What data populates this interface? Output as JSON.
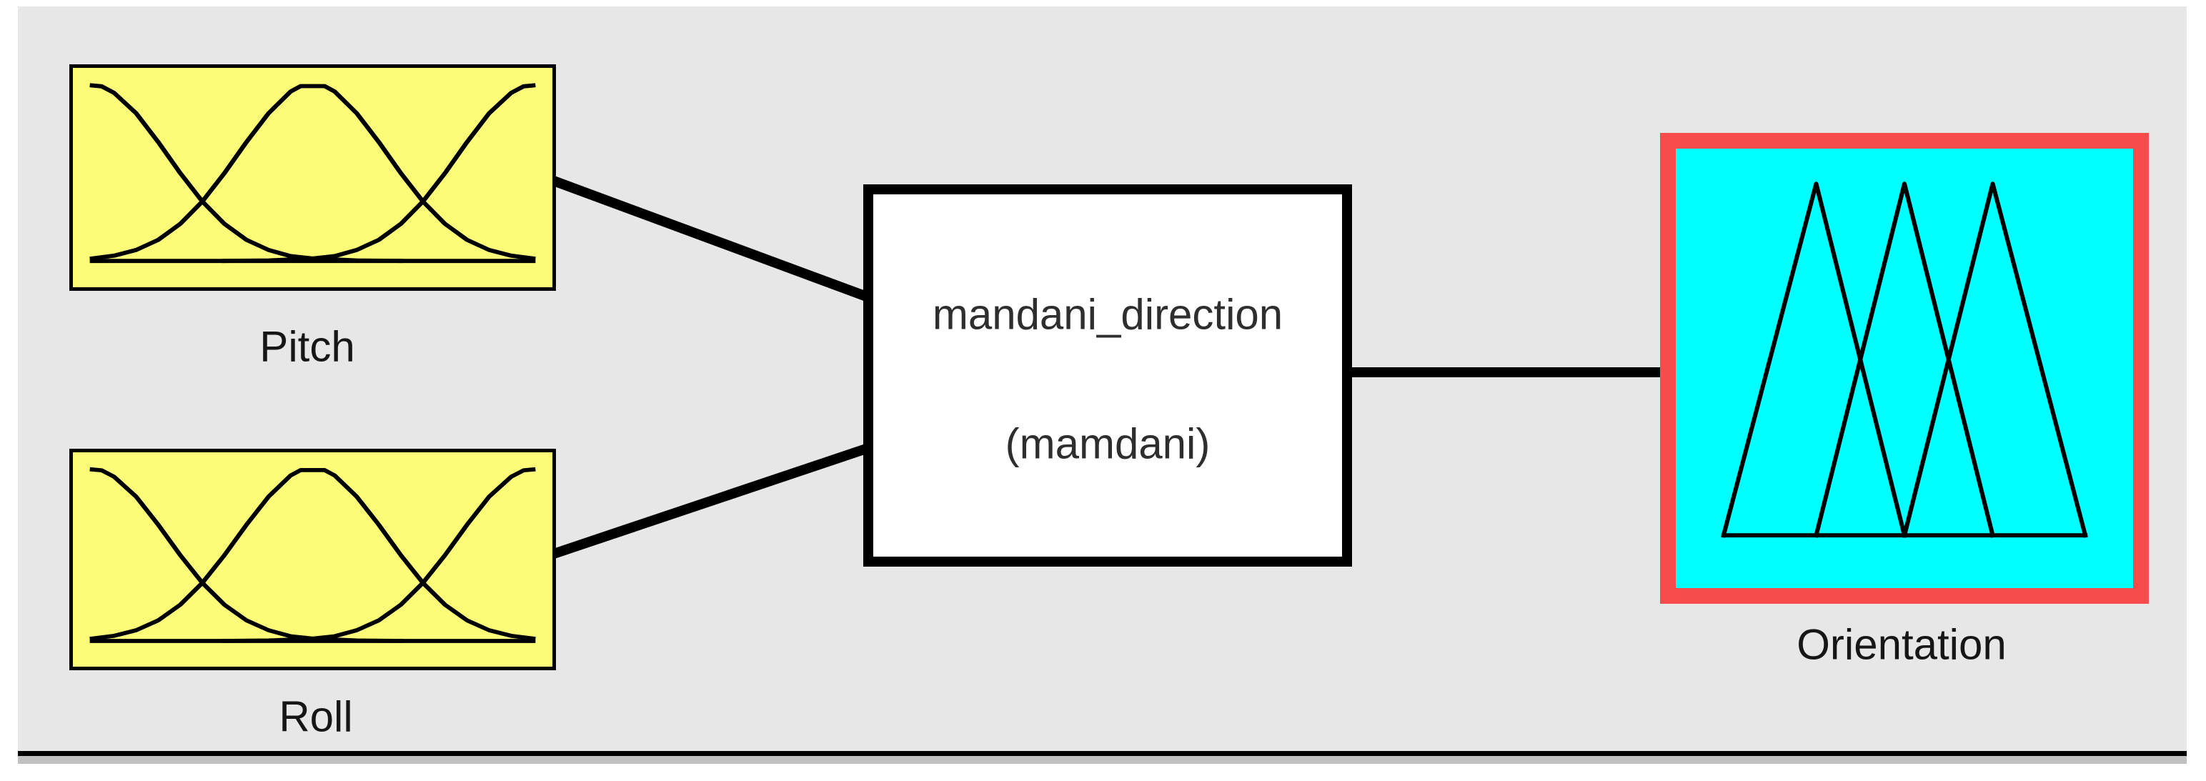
{
  "diagram": {
    "inputs": [
      {
        "id": "pitch",
        "label": "Pitch",
        "kind": "input",
        "mf_icon": "gaussian-mf-icon",
        "fill": "#fcfc78",
        "border": "#000000"
      },
      {
        "id": "roll",
        "label": "Roll",
        "kind": "input",
        "mf_icon": "gaussian-mf-icon",
        "fill": "#fcfc78",
        "border": "#000000"
      }
    ],
    "system": {
      "name": "mandani_direction",
      "type_label": "(mamdani)",
      "kind": "fis-rule-block",
      "fill": "#ffffff",
      "border": "#000000"
    },
    "outputs": [
      {
        "id": "orientation",
        "label": "Orientation",
        "kind": "output",
        "mf_icon": "triangular-mf-icon",
        "fill": "#00ffff",
        "selected": true,
        "selection_color": "#f84c4c"
      }
    ],
    "connections": [
      {
        "from": "Pitch",
        "to": "mandani_direction"
      },
      {
        "from": "Roll",
        "to": "mandani_direction"
      },
      {
        "from": "mandani_direction",
        "to": "Orientation"
      }
    ],
    "colors": {
      "canvas_bg": "#e7e7e7",
      "page_bg": "#ffffff",
      "connection_line": "#000000",
      "label_text": "#161616",
      "bottom_bar": "#000000",
      "bottom_strip": "#c1c1c1"
    }
  }
}
